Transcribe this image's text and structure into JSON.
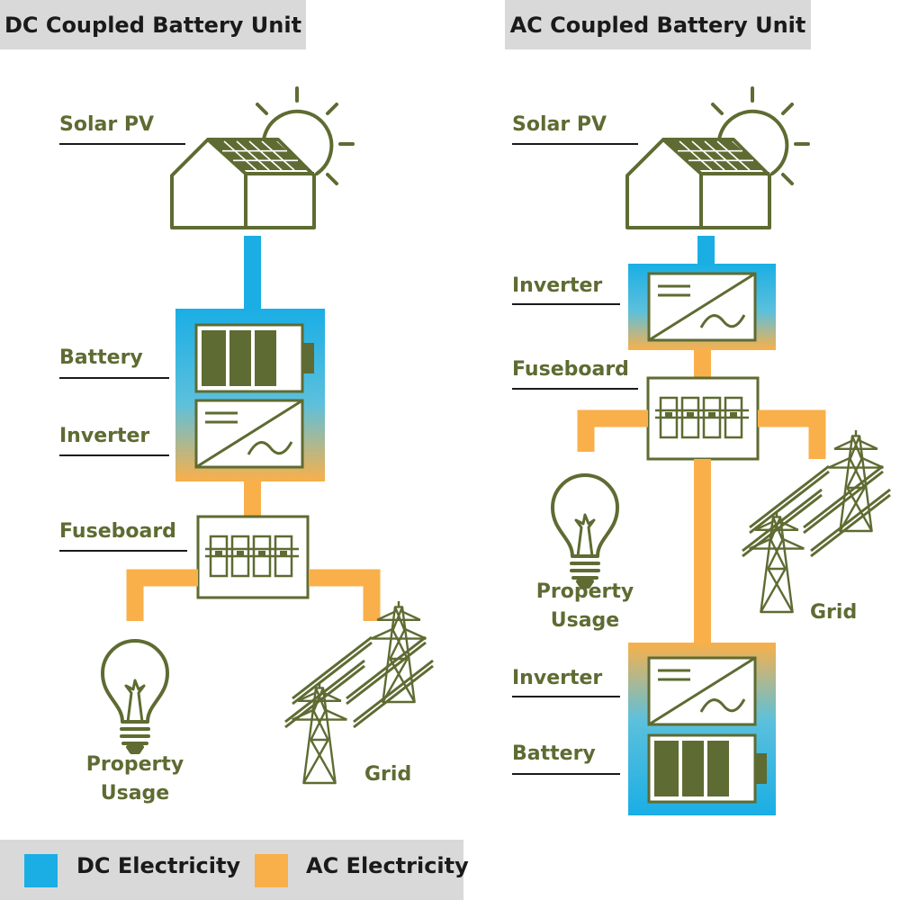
{
  "titles": {
    "dc": "DC Coupled Battery Unit",
    "ac": "AC Coupled Battery Unit"
  },
  "dc": {
    "solar": "Solar PV",
    "battery": "Battery",
    "inverter": "Inverter",
    "fuseboard": "Fuseboard",
    "property_line1": "Property",
    "property_line2": "Usage",
    "grid": "Grid"
  },
  "ac": {
    "solar": "Solar PV",
    "inverter": "Inverter",
    "fuseboard": "Fuseboard",
    "property_line1": "Property",
    "property_line2": "Usage",
    "grid": "Grid",
    "inverter2": "Inverter",
    "battery": "Battery"
  },
  "legend": {
    "dc": "DC Electricity",
    "ac": "AC Electricity"
  },
  "colors": {
    "dc": "#1aaee5",
    "ac": "#f9b04a",
    "olive": "#5e6b32",
    "title_bg": "#d9d9d9"
  }
}
